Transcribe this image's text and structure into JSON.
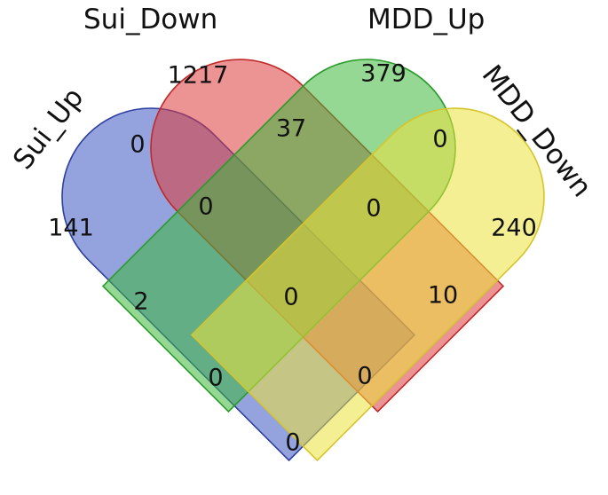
{
  "sets": [
    {
      "name": "Sui_Up",
      "fill": "#3d55c2",
      "stroke": "#2d3fa0"
    },
    {
      "name": "Sui_Down",
      "fill": "#dc3a3a",
      "stroke": "#c02a2a"
    },
    {
      "name": "MDD_Up",
      "fill": "#3db83d",
      "stroke": "#2a9a2a"
    },
    {
      "name": "MDD_Down",
      "fill": "#ece13c",
      "stroke": "#d4c62a"
    }
  ],
  "regions": [
    {
      "members": [
        "Sui_Down"
      ],
      "count": "1217"
    },
    {
      "members": [
        "MDD_Up"
      ],
      "count": "379"
    },
    {
      "members": [
        "Sui_Up"
      ],
      "count": "141"
    },
    {
      "members": [
        "MDD_Down"
      ],
      "count": "240"
    },
    {
      "members": [
        "Sui_Down",
        "MDD_Up"
      ],
      "count": "37"
    },
    {
      "members": [
        "Sui_Up",
        "Sui_Down"
      ],
      "count": "0"
    },
    {
      "members": [
        "MDD_Up",
        "MDD_Down"
      ],
      "count": "0"
    },
    {
      "members": [
        "Sui_Up",
        "Sui_Down",
        "MDD_Up"
      ],
      "count": "0"
    },
    {
      "members": [
        "Sui_Down",
        "MDD_Up",
        "MDD_Down"
      ],
      "count": "0"
    },
    {
      "members": [
        "Sui_Up",
        "MDD_Up"
      ],
      "count": "2"
    },
    {
      "members": [
        "Sui_Up",
        "Sui_Down",
        "MDD_Up",
        "MDD_Down"
      ],
      "count": "0"
    },
    {
      "members": [
        "Sui_Down",
        "MDD_Down"
      ],
      "count": "10"
    },
    {
      "members": [
        "Sui_Up",
        "MDD_Up",
        "MDD_Down"
      ],
      "count": "0"
    },
    {
      "members": [
        "Sui_Up",
        "Sui_Down",
        "MDD_Down"
      ],
      "count": "0"
    },
    {
      "members": [
        "Sui_Up",
        "MDD_Down"
      ],
      "count": "0"
    }
  ]
}
